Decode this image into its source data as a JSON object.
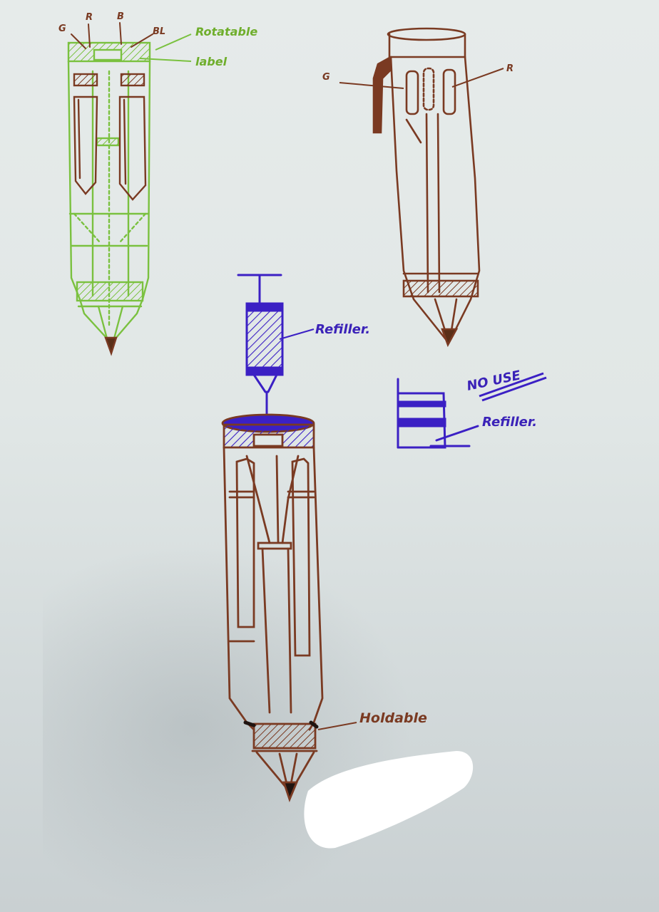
{
  "sketch_1": {
    "top_letters": [
      "G",
      "R",
      "B",
      "BL"
    ],
    "callouts": [
      "Rotatable",
      "label"
    ],
    "ink_color": "#7ac13f"
  },
  "sketch_2": {
    "callouts": [
      "G",
      "R"
    ],
    "ink_color": "#7a3a22"
  },
  "sketch_3": {
    "callouts": [
      "Refiller.",
      "Holdable"
    ],
    "ink_color": "#7a3a22",
    "refiller_color": "#3b20c4"
  },
  "side_note": {
    "heading": "NO USE",
    "callout": "Refiller.",
    "ink_color": "#3b20c4"
  },
  "redaction": {
    "color": "#ffffff"
  }
}
